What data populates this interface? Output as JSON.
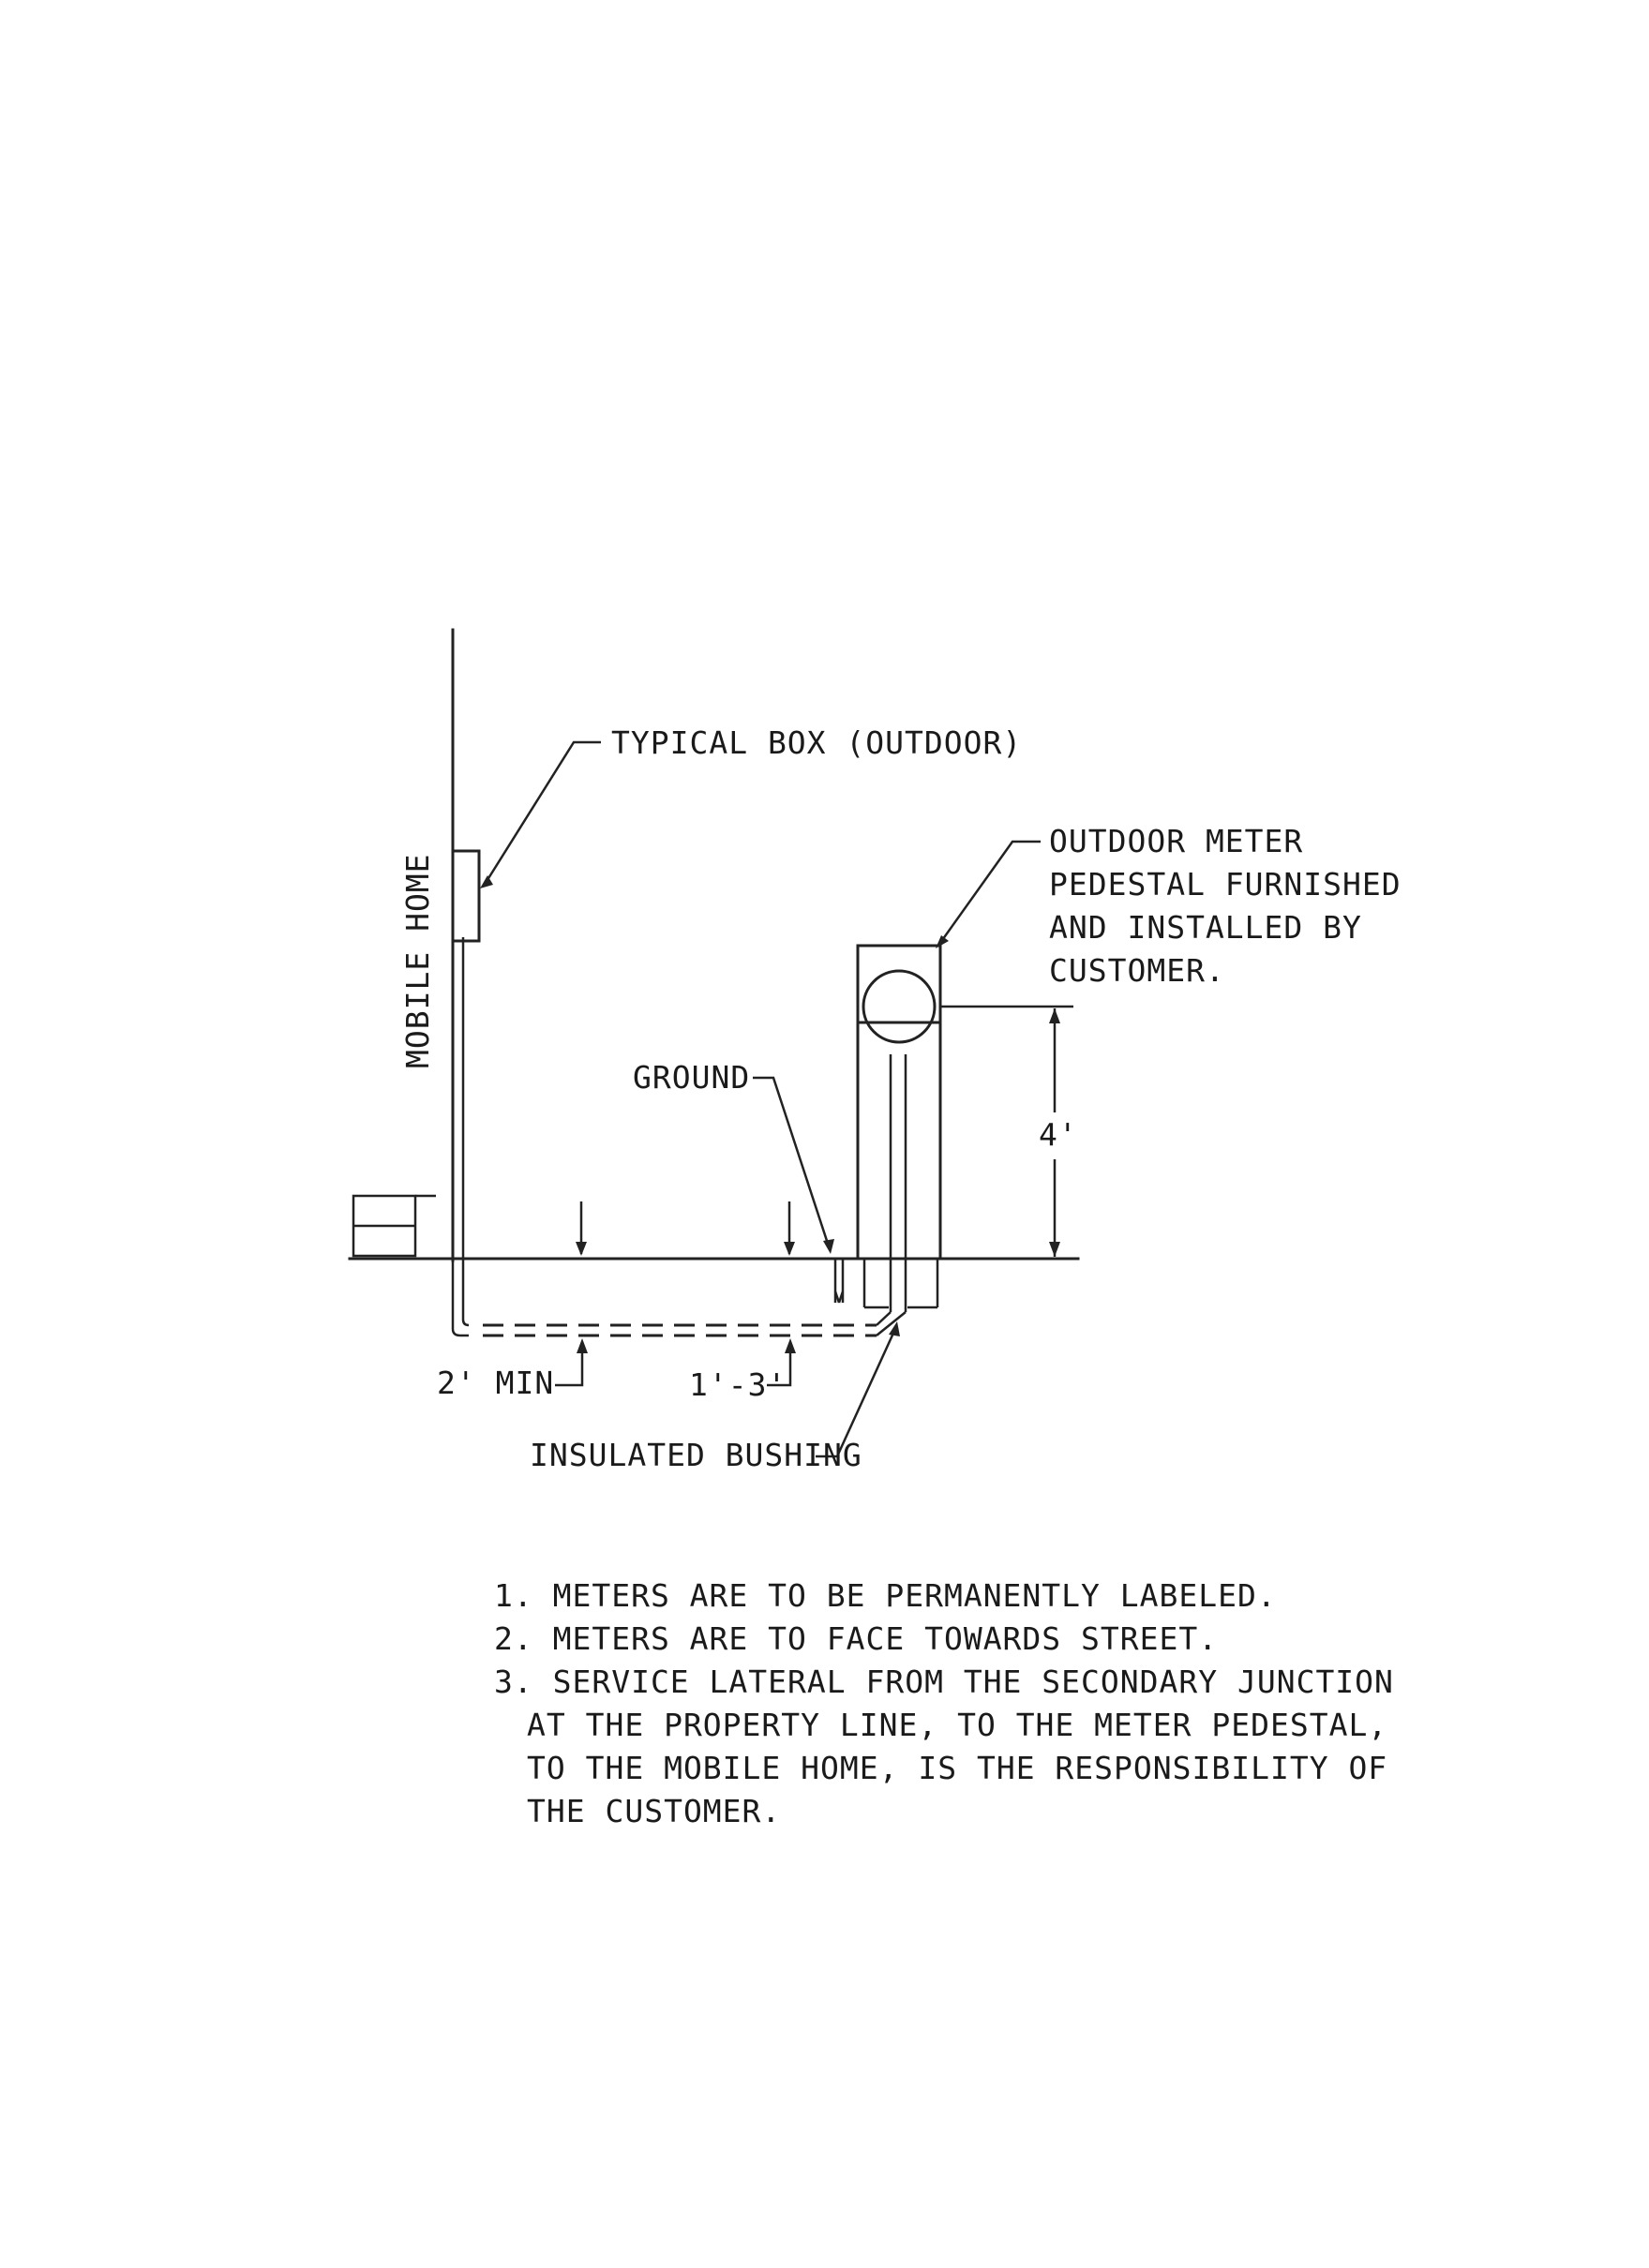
{
  "labels": {
    "mobile_home": "MOBILE HOME",
    "typical_box": "TYPICAL BOX (OUTDOOR)",
    "meter_pedestal_lines": [
      "OUTDOOR METER",
      "PEDESTAL FURNISHED",
      "AND INSTALLED BY",
      "CUSTOMER."
    ],
    "ground": "GROUND",
    "height_dim": "4'",
    "two_min": "2' MIN",
    "depth_range": "1'-3'",
    "insulated_bushing": "INSULATED BUSHING"
  },
  "notes": [
    "1. METERS ARE TO BE PERMANENTLY LABELED.",
    "2. METERS ARE TO FACE TOWARDS STREET.",
    "3. SERVICE LATERAL FROM THE SECONDARY JUNCTION",
    "AT THE PROPERTY LINE, TO THE METER PEDESTAL,",
    "TO THE MOBILE HOME, IS THE RESPONSIBILITY OF",
    "THE CUSTOMER."
  ]
}
